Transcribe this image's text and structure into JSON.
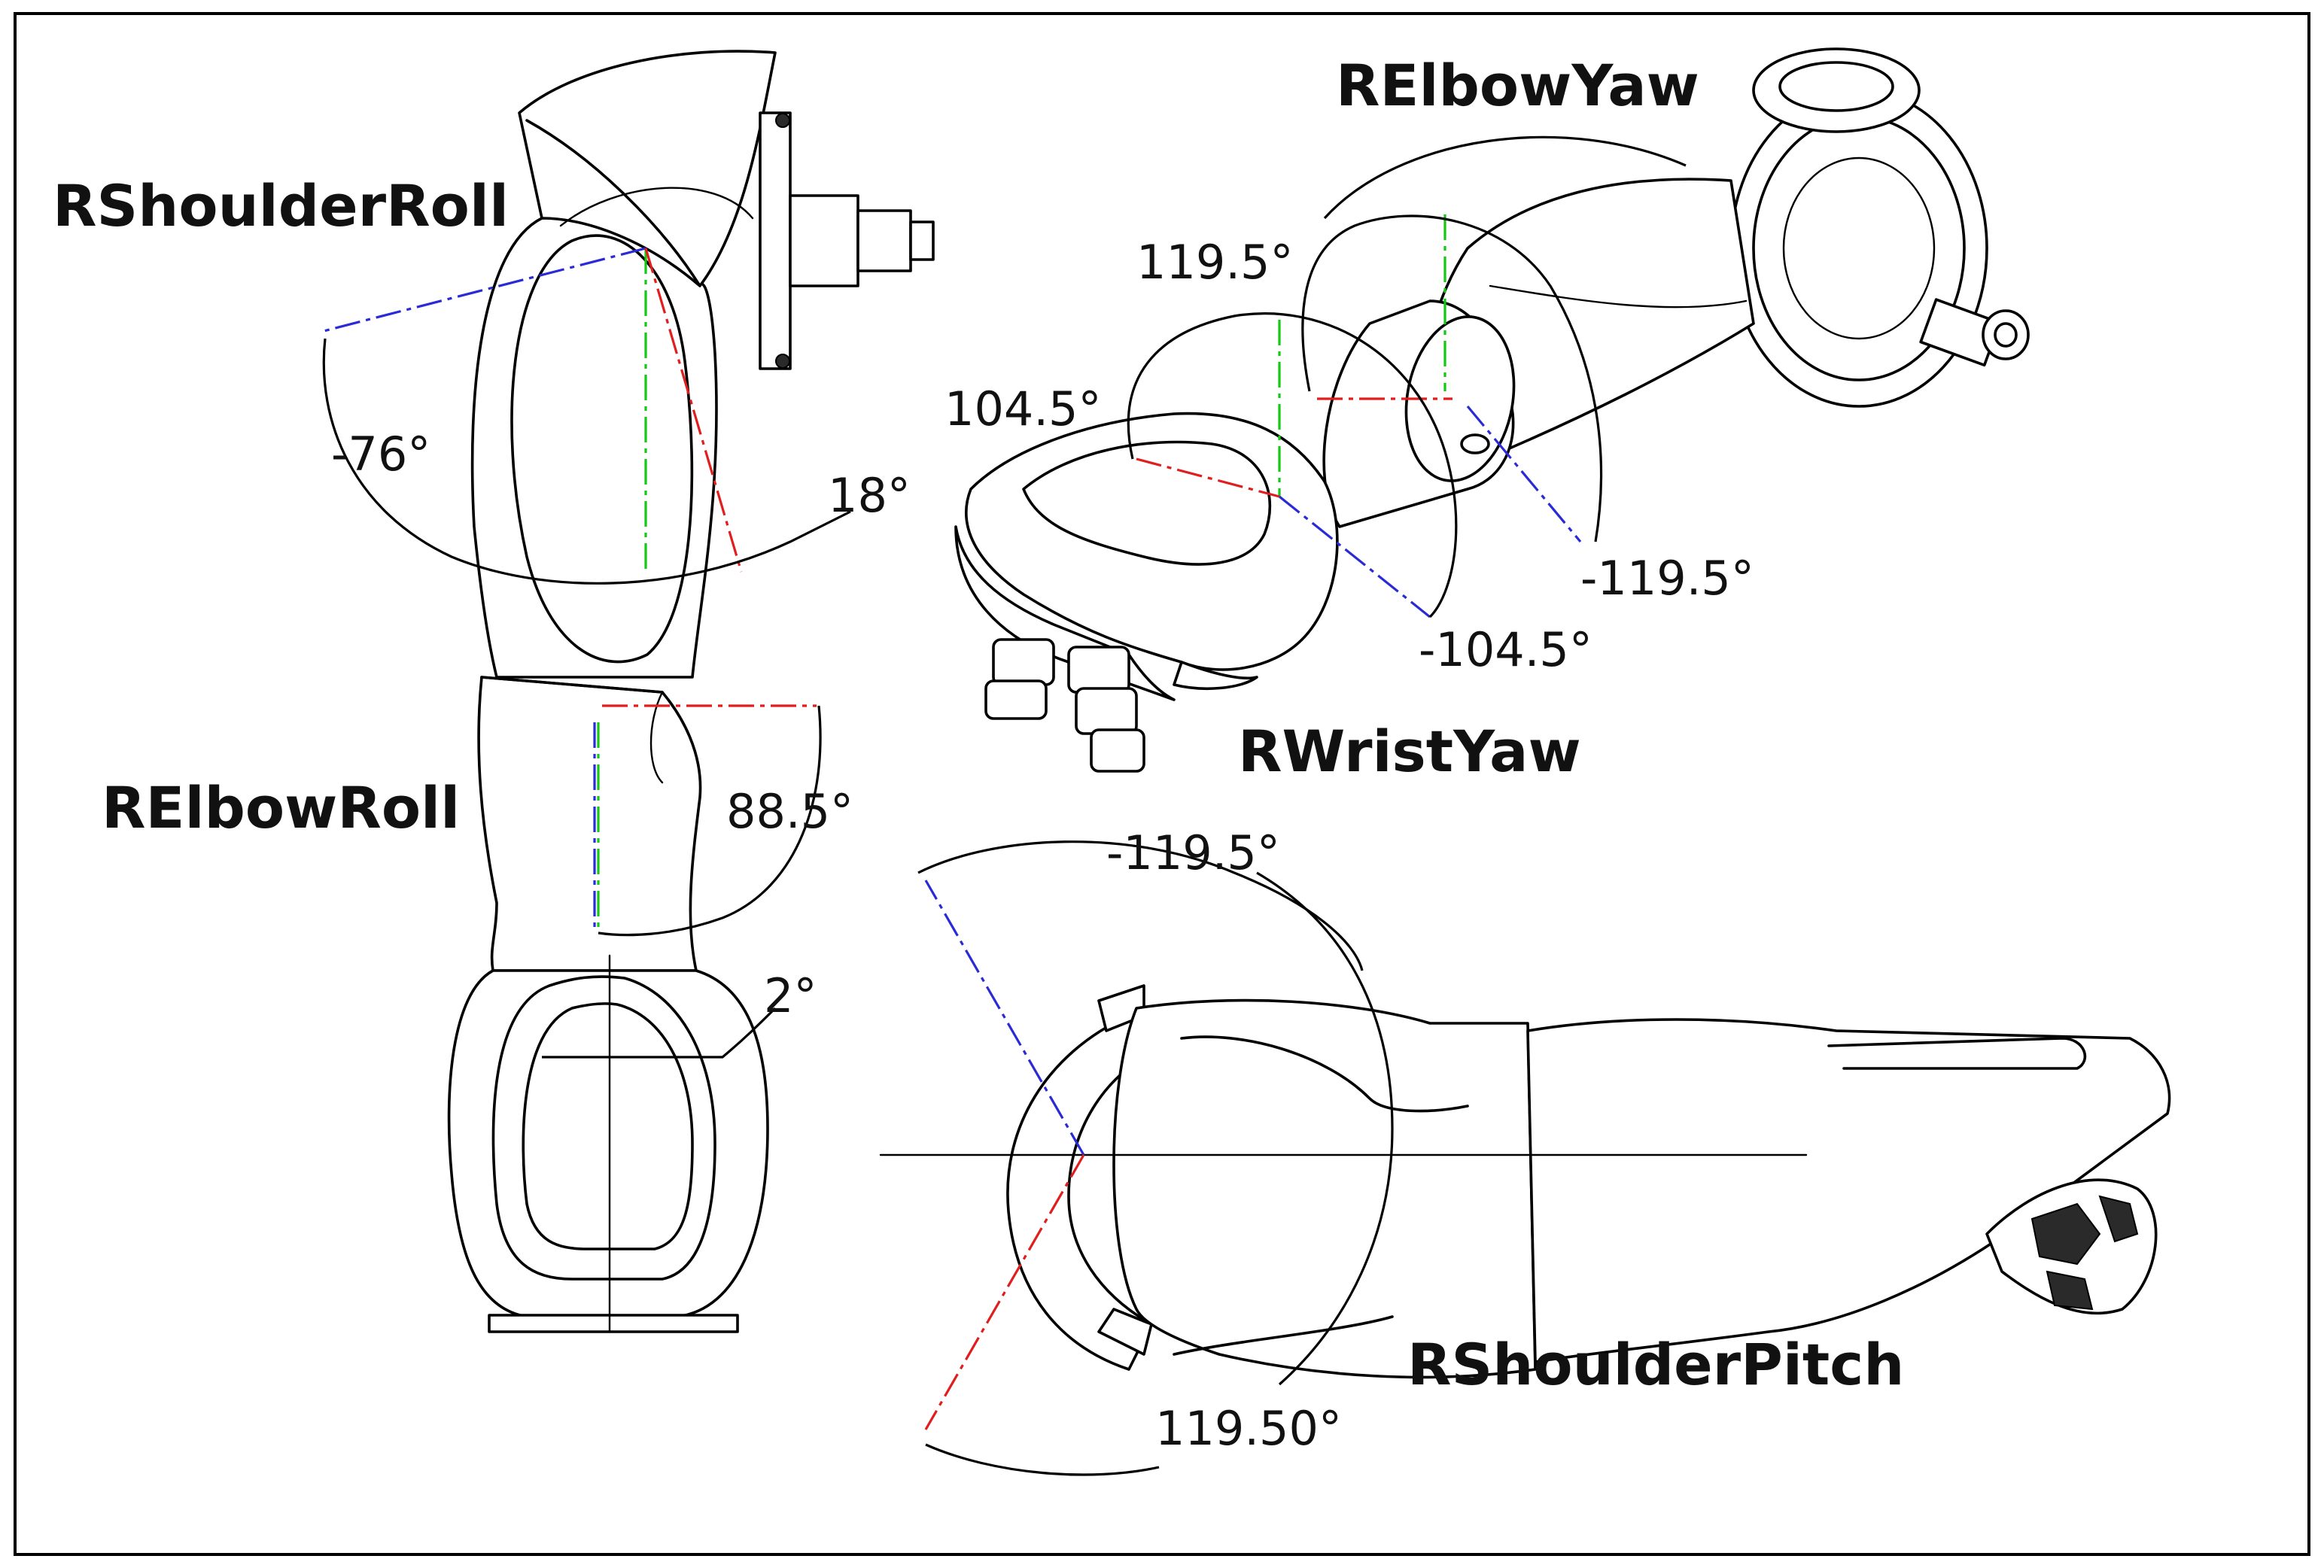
{
  "colors": {
    "axis_green": "#14c814",
    "axis_blue": "#2a2ad6",
    "axis_red": "#e01e1e",
    "ink": "#000000"
  },
  "joints": {
    "shoulder_roll": {
      "label": "RShoulderRoll",
      "min": "-76°",
      "max": "18°"
    },
    "elbow_roll": {
      "label": "RElbowRoll",
      "min": "88.5°",
      "max": "2°"
    },
    "elbow_yaw": {
      "label": "RElbowYaw",
      "min": "119.5°",
      "max": "-119.5°"
    },
    "wrist_yaw": {
      "label": "RWristYaw",
      "min": "104.5°",
      "max": "-104.5°"
    },
    "shoulder_pitch": {
      "label": "RShoulderPitch",
      "min": "-119.5°",
      "max": "119.50°"
    }
  }
}
